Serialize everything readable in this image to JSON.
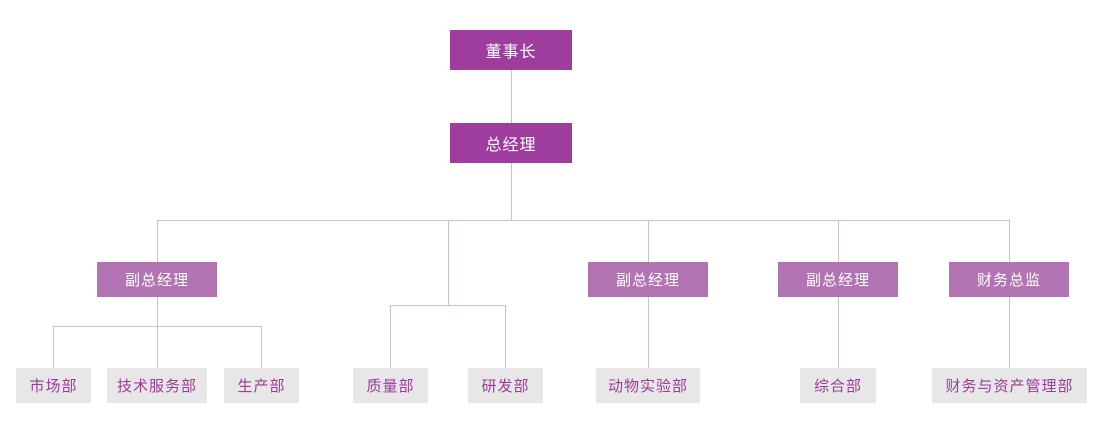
{
  "org_chart": {
    "nodes": {
      "chairman": {
        "label": "董事长",
        "level": "executive"
      },
      "gm": {
        "label": "总经理",
        "level": "executive"
      },
      "vgm1": {
        "label": "副总经理",
        "level": "manager"
      },
      "vgm2": {
        "label": "副总经理",
        "level": "manager"
      },
      "vgm3": {
        "label": "副总经理",
        "level": "manager"
      },
      "cfo": {
        "label": "财务总监",
        "level": "manager"
      },
      "marketing": {
        "label": "市场部",
        "level": "department"
      },
      "tech_service": {
        "label": "技术服务部",
        "level": "department"
      },
      "production": {
        "label": "生产部",
        "level": "department"
      },
      "quality": {
        "label": "质量部",
        "level": "department"
      },
      "rd": {
        "label": "研发部",
        "level": "department"
      },
      "animal_lab": {
        "label": "动物实验部",
        "level": "department"
      },
      "general": {
        "label": "综合部",
        "level": "department"
      },
      "finance_asset": {
        "label": "财务与资产管理部",
        "level": "department"
      }
    },
    "hierarchy": {
      "chairman": [
        "gm"
      ],
      "gm": [
        "vgm1",
        "quality_rd_branch",
        "vgm2",
        "vgm3",
        "cfo"
      ],
      "vgm1": [
        "marketing",
        "tech_service",
        "production"
      ],
      "quality_rd_branch": [
        "quality",
        "rd"
      ],
      "vgm2": [
        "animal_lab"
      ],
      "vgm3": [
        "general"
      ],
      "cfo": [
        "finance_asset"
      ]
    }
  },
  "theme": {
    "executive_box_color": "#9E3D9D",
    "manager_box_color": "#B273B2",
    "department_box_color": "#E8E7E8",
    "department_text_color": "#9A3C9A",
    "executive_text_color": "#FFFFFF",
    "connector_line_color": "#BAC8D3",
    "background_color": "#FFFFFF"
  }
}
